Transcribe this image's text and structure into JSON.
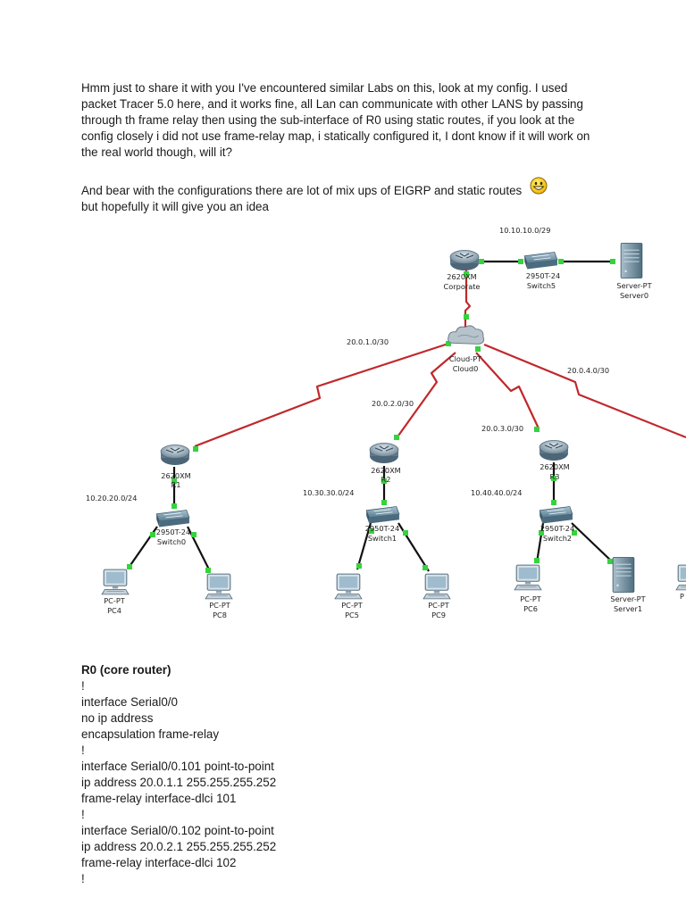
{
  "intro_lines": [
    "Hmm just to share it with you I've encountered similar Labs on this, look at my config. I used",
    "packet Tracer 5.0 here, and it works fine, all Lan can communicate with other LANS by passing",
    "through th frame relay then using the sub-interface of R0 using static routes, if you look at the",
    "config closely i did not use frame-relay map, i statically configured it, I dont know if it will work on",
    "the real world though, will it?"
  ],
  "bear_lines": [
    "And bear with the configurations there are lot of mix ups of EIGRP and static routes",
    "but hopefully it will give you an idea"
  ],
  "diagram": {
    "corporate_router": {
      "model": "2620XM",
      "name": "Corporate"
    },
    "switch5": {
      "model": "2950T-24",
      "name": "Switch5"
    },
    "server0": {
      "model": "Server-PT",
      "name": "Server0"
    },
    "cloud": {
      "model": "Cloud-PT",
      "name": "Cloud0"
    },
    "corporate_lan": "10.10.10.0/29",
    "links": [
      "20.0.1.0/30",
      "20.0.2.0/30",
      "20.0.3.0/30",
      "20.0.4.0/30"
    ],
    "branches": [
      {
        "router_model": "2620XM",
        "router_name": "R1",
        "lan": "10.20.20.0/24",
        "switch_model": "2950T-24",
        "switch_name": "Switch0",
        "host_a_model": "PC-PT",
        "host_a_name": "PC4",
        "host_b_model": "PC-PT",
        "host_b_name": "PC8"
      },
      {
        "router_model": "2620XM",
        "router_name": "R2",
        "lan": "10.30.30.0/24",
        "switch_model": "2950T-24",
        "switch_name": "Switch1",
        "host_a_model": "PC-PT",
        "host_a_name": "PC5",
        "host_b_model": "PC-PT",
        "host_b_name": "PC9"
      },
      {
        "router_model": "2620XM",
        "router_name": "R3",
        "lan": "10.40.40.0/24",
        "switch_model": "2950T-24",
        "switch_name": "Switch2",
        "host_a_model": "PC-PT",
        "host_a_name": "PC6",
        "host_b_model": "Server-PT",
        "host_b_name": "Server1"
      }
    ],
    "edge_partial_label": "P",
    "colors": {
      "serial": "#c0282b",
      "ethernet": "#111111",
      "port": "#35d33c"
    }
  },
  "config_lines": [
    "R0 (core router)",
    "!",
    "interface Serial0/0",
    "no ip address",
    "encapsulation frame-relay",
    "!",
    "interface Serial0/0.101 point-to-point",
    "ip address 20.0.1.1 255.255.255.252",
    "frame-relay interface-dlci 101",
    "!",
    "interface Serial0/0.102 point-to-point",
    "ip address 20.0.2.1 255.255.255.252",
    "frame-relay interface-dlci 102",
    "!"
  ]
}
